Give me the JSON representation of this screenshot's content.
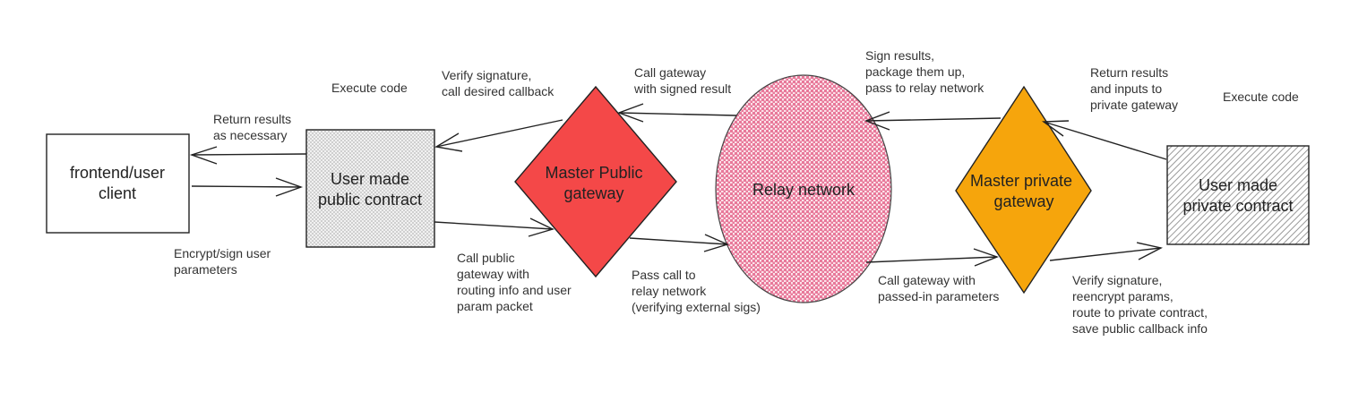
{
  "colors": {
    "public_gateway": "#f44848",
    "private_gateway": "#f6a50c",
    "relay_network": "#e8799a",
    "contract_hatch": "#8a8a8a",
    "stroke": "#222222",
    "text": "#333333"
  },
  "nodes": {
    "frontend": {
      "lines": [
        "frontend/user",
        "client"
      ],
      "shape": "rectangle"
    },
    "public_contract": {
      "lines": [
        "User made",
        "public contract"
      ],
      "shape": "rectangle",
      "fill": "dotted-gray"
    },
    "public_gateway": {
      "lines": [
        "Master Public",
        "gateway"
      ],
      "shape": "diamond"
    },
    "relay": {
      "lines": [
        "Relay network"
      ],
      "shape": "ellipse",
      "fill": "checkered-pink"
    },
    "private_gateway": {
      "lines": [
        "Master private",
        "gateway"
      ],
      "shape": "diamond"
    },
    "private_contract": {
      "lines": [
        "User made",
        "private contract"
      ],
      "shape": "rectangle",
      "fill": "hatched-gray"
    }
  },
  "labels": {
    "execute_code_public": [
      "Execute code"
    ],
    "return_results": [
      "Return results",
      "as necessary"
    ],
    "encrypt_sign": [
      "Encrypt/sign user",
      "parameters"
    ],
    "verify_callback": [
      "Verify signature,",
      "call desired callback"
    ],
    "call_gateway_signed": [
      "Call gateway",
      "with signed result"
    ],
    "call_public_gateway": [
      "Call public",
      "gateway with",
      "routing info and user",
      "param packet"
    ],
    "pass_call_relay": [
      "Pass call to",
      "relay network",
      "(verifying external sigs)"
    ],
    "sign_results": [
      "Sign results,",
      "package them up,",
      "pass to relay network"
    ],
    "return_results_private": [
      "Return results",
      "and inputs to",
      "private gateway"
    ],
    "execute_code_private": [
      "Execute code"
    ],
    "call_gateway_params": [
      "Call gateway with",
      "passed-in parameters"
    ],
    "verify_reencrypt": [
      "Verify signature,",
      "reencrypt params,",
      "route to private contract,",
      "save public callback info"
    ]
  }
}
